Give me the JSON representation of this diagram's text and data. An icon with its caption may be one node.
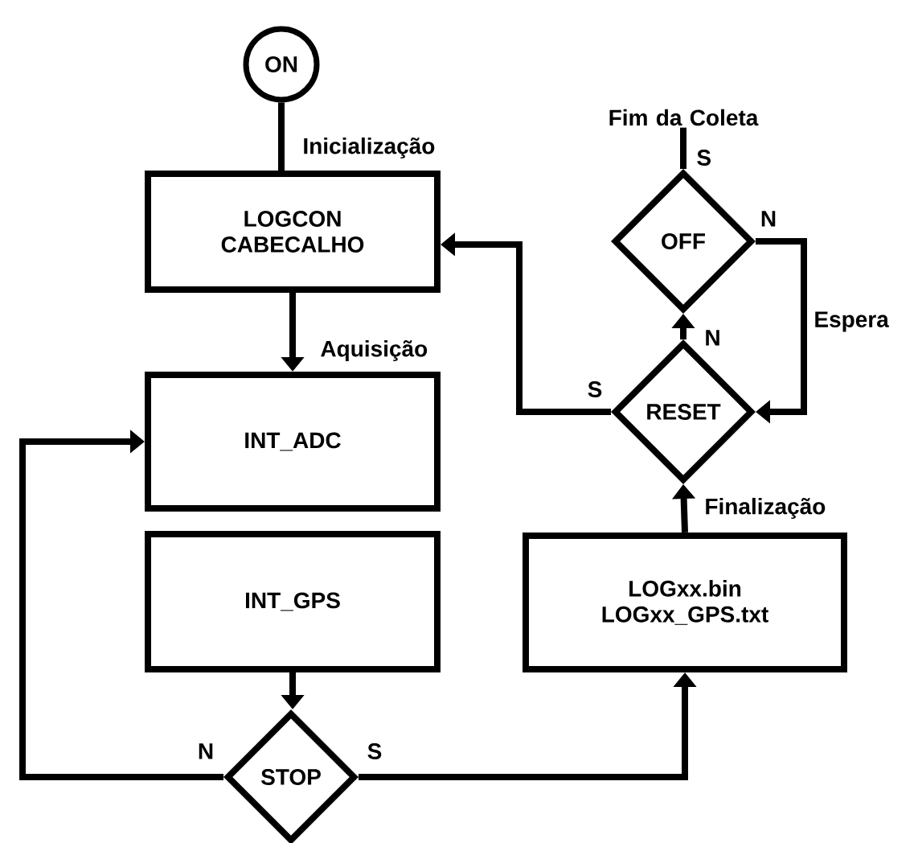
{
  "diagram": {
    "nodes": [
      {
        "text": [
          "ON"
        ]
      },
      {
        "text": [
          "LOGCON CABECALHO"
        ]
      },
      {
        "text": [
          "INT_ADC"
        ]
      },
      {
        "text": [
          "INT_GPS"
        ]
      },
      {
        "text": [
          "STOP"
        ]
      },
      {
        "text": [
          "LOGxx.bin LOGxx_GPS.txt"
        ]
      },
      {
        "text": [
          "RESET"
        ]
      },
      {
        "text": [
          "OFF"
        ]
      },
      {
        "text": [
          "Fim da Coleta"
        ]
      }
    ],
    "edges": [
      {
        "from": 0,
        "to": 1,
        "arrow": "none",
        "label": "Inicialização"
      },
      {
        "from": 1,
        "to": 2,
        "arrow": "to",
        "label": "Aquisição"
      },
      {
        "from": 3,
        "to": 4,
        "arrow": "to"
      },
      {
        "from": 4,
        "to": 2,
        "arrow": "to",
        "label": "N"
      },
      {
        "from": 4,
        "to": 5,
        "arrow": "to",
        "label": "S"
      },
      {
        "from": 5,
        "to": 6,
        "arrow": "to",
        "label": "Finalização"
      },
      {
        "from": 6,
        "to": 1,
        "arrow": "to",
        "label": "S"
      },
      {
        "from": 6,
        "to": 7,
        "arrow": "to",
        "label": "N"
      },
      {
        "from": 7,
        "to": 6,
        "arrow": "to",
        "label": "Espera"
      },
      {
        "from": 7,
        "to": 8,
        "arrow": "none",
        "label": "S"
      }
    ],
    "labels": [
      "N"
    ]
  }
}
